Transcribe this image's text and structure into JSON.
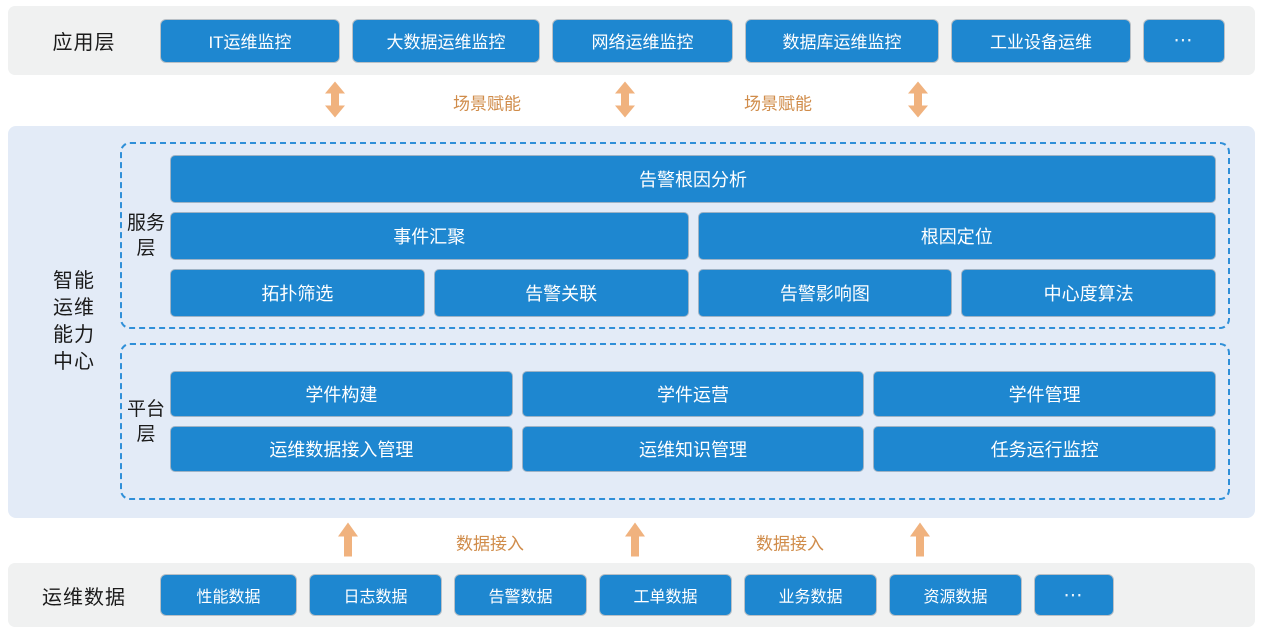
{
  "colors": {
    "chip_blue": "#1e87d0",
    "band_gray": "#f0f1f1",
    "capability_bg": "#e3ebf7",
    "dashed_border": "#2f8fd8",
    "arrow_orange": "#f0b27e",
    "connector_label": "#d08c4a"
  },
  "application_layer": {
    "label": "应用层",
    "boxes": [
      {
        "label": "IT运维监控"
      },
      {
        "label": "大数据运维监控"
      },
      {
        "label": "网络运维监控"
      },
      {
        "label": "数据库运维监控"
      },
      {
        "label": "工业设备运维"
      },
      {
        "label": "⋯"
      }
    ]
  },
  "connector_top": {
    "labels": [
      "场景赋能",
      "场景赋能"
    ],
    "arrow_type": "double-vertical",
    "arrow_count": 3
  },
  "capability_center": {
    "title": "智能运维能力中心",
    "title_lines": [
      "智能",
      "运维",
      "能力",
      "中心"
    ],
    "service_layer": {
      "label": "服务层",
      "rows": [
        [
          {
            "label": "告警根因分析"
          }
        ],
        [
          {
            "label": "事件汇聚"
          },
          {
            "label": "根因定位"
          }
        ],
        [
          {
            "label": "拓扑筛选"
          },
          {
            "label": "告警关联"
          },
          {
            "label": "告警影响图"
          },
          {
            "label": "中心度算法"
          }
        ]
      ]
    },
    "platform_layer": {
      "label": "平台层",
      "rows": [
        [
          {
            "label": "学件构建"
          },
          {
            "label": "学件运营"
          },
          {
            "label": "学件管理"
          }
        ],
        [
          {
            "label": "运维数据接入管理"
          },
          {
            "label": "运维知识管理"
          },
          {
            "label": "任务运行监控"
          }
        ]
      ]
    }
  },
  "connector_bottom": {
    "labels": [
      "数据接入",
      "数据接入"
    ],
    "arrow_type": "single-up",
    "arrow_count": 3
  },
  "data_layer": {
    "label": "运维数据",
    "boxes": [
      {
        "label": "性能数据"
      },
      {
        "label": "日志数据"
      },
      {
        "label": "告警数据"
      },
      {
        "label": "工单数据"
      },
      {
        "label": "业务数据"
      },
      {
        "label": "资源数据"
      },
      {
        "label": "⋯"
      }
    ]
  }
}
